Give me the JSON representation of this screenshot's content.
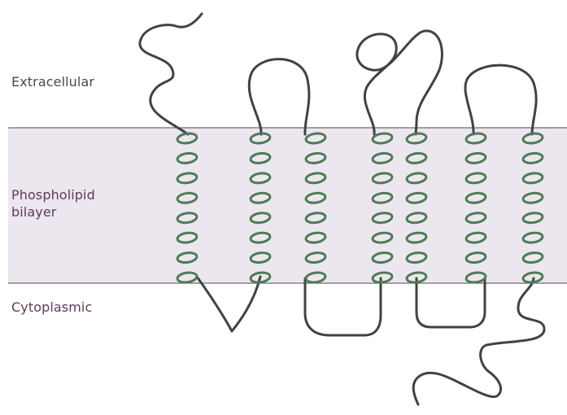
{
  "labels": {
    "extracellular": "Extracellular",
    "bilayer_line1": "Phospholipid",
    "bilayer_line2": "bilayer",
    "cytoplasmic": "Cytoplasmic"
  },
  "colors": {
    "membrane_fill": "#ece7ef",
    "membrane_border": "#6f6a73",
    "helix": "#4f7a56",
    "loop": "#3f4440",
    "extracellular_text": "#4a4a4a",
    "membrane_text": "#5c3b58"
  },
  "diagram": {
    "transmembrane_helices": 7,
    "turns_per_helix": 8
  }
}
